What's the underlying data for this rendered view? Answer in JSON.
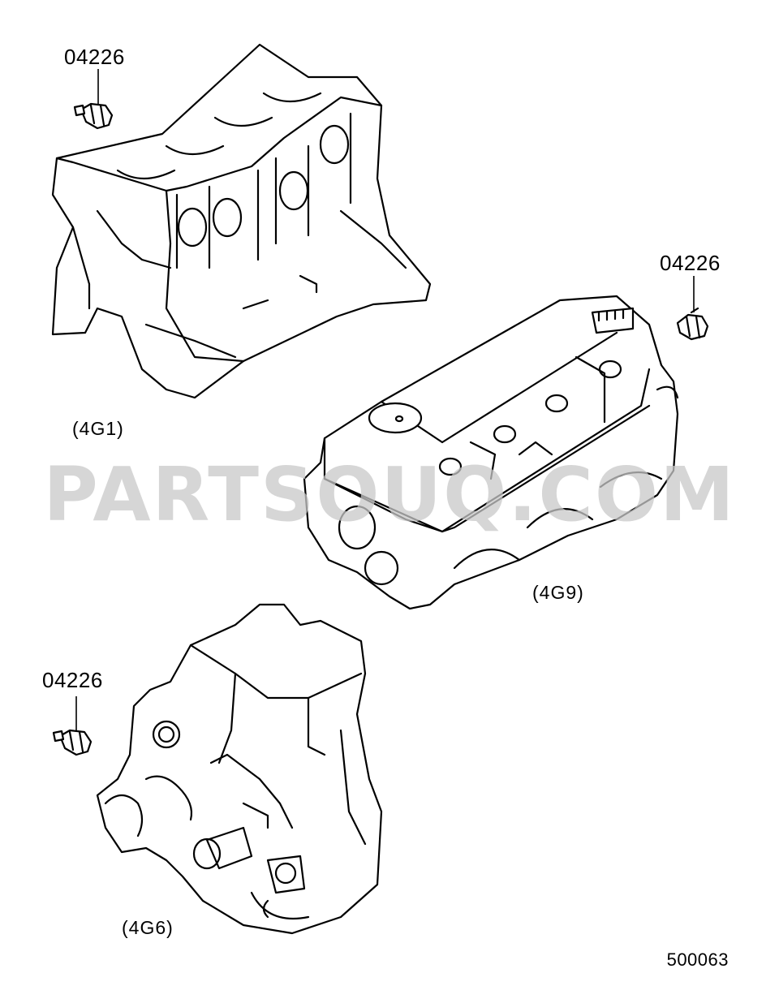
{
  "labels": {
    "part_top_left": "04226",
    "part_right": "04226",
    "part_bottom_left": "04226",
    "engine_4g1": "(4G1)",
    "engine_4g9": "(4G9)",
    "engine_4g6": "(4G6)",
    "diagram_ref": "500063"
  },
  "watermark": "PARTSOUQ.COM",
  "colors": {
    "line": "#000000",
    "background": "#ffffff",
    "watermark": "#c9c9c9"
  }
}
